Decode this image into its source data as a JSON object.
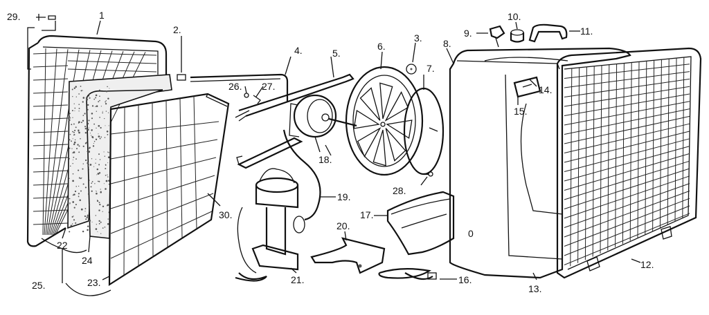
{
  "labels": {
    "l1": "1",
    "l2": "2.",
    "l3": "3.",
    "l4": "4.",
    "l5": "5.",
    "l6": "6.",
    "l7": "7.",
    "l8": "8.",
    "l9": "9.",
    "l10": "10.",
    "l11": "11.",
    "l12": "12.",
    "l13": "13.",
    "l14": "14.",
    "l15": "15.",
    "l16": "16.",
    "l17": "17.",
    "l18": "18.",
    "l19": "19.",
    "l20": "20.",
    "l21": "21.",
    "l22": "22",
    "l23": "23.",
    "l24": "24",
    "l25": "25.",
    "l26": "26.",
    "l27": "27.",
    "l28": "28.",
    "l29": "29.",
    "l30": "30.",
    "housing_mark": "0"
  }
}
